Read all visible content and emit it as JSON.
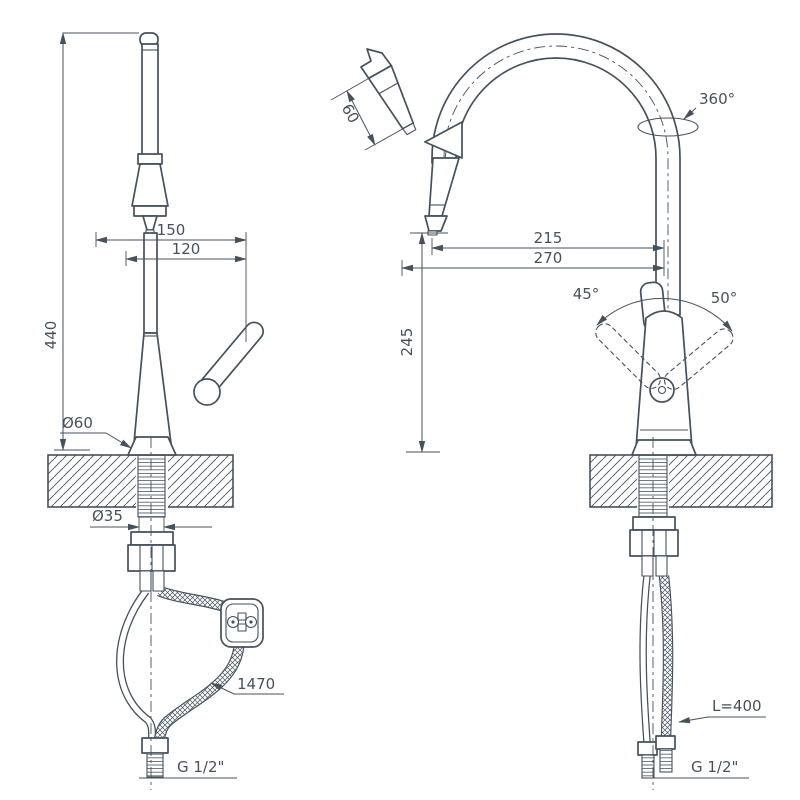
{
  "drawing": {
    "subject": "Kitchen pull-out spray faucet installation drawing, two views with dimensions",
    "background_color": "#ffffff",
    "line_color": "#45515c"
  },
  "side_view": {
    "height_total": "440",
    "spout_reach_top": "150",
    "spout_reach_inner": "120",
    "base_diameter": "Ø60",
    "mounting_hole_diameter": "Ø35",
    "spray_hose_length": "1470",
    "thread_size": "G 1/2\""
  },
  "front_view": {
    "swivel_angle": "360°",
    "spray_head_length": "60",
    "spout_reach": "215",
    "spout_reach_max": "270",
    "spout_height": "245",
    "handle_tilt_left": "45°",
    "handle_tilt_right": "50°",
    "supply_hose_length": "L=400",
    "thread_size": "G 1/2\""
  }
}
